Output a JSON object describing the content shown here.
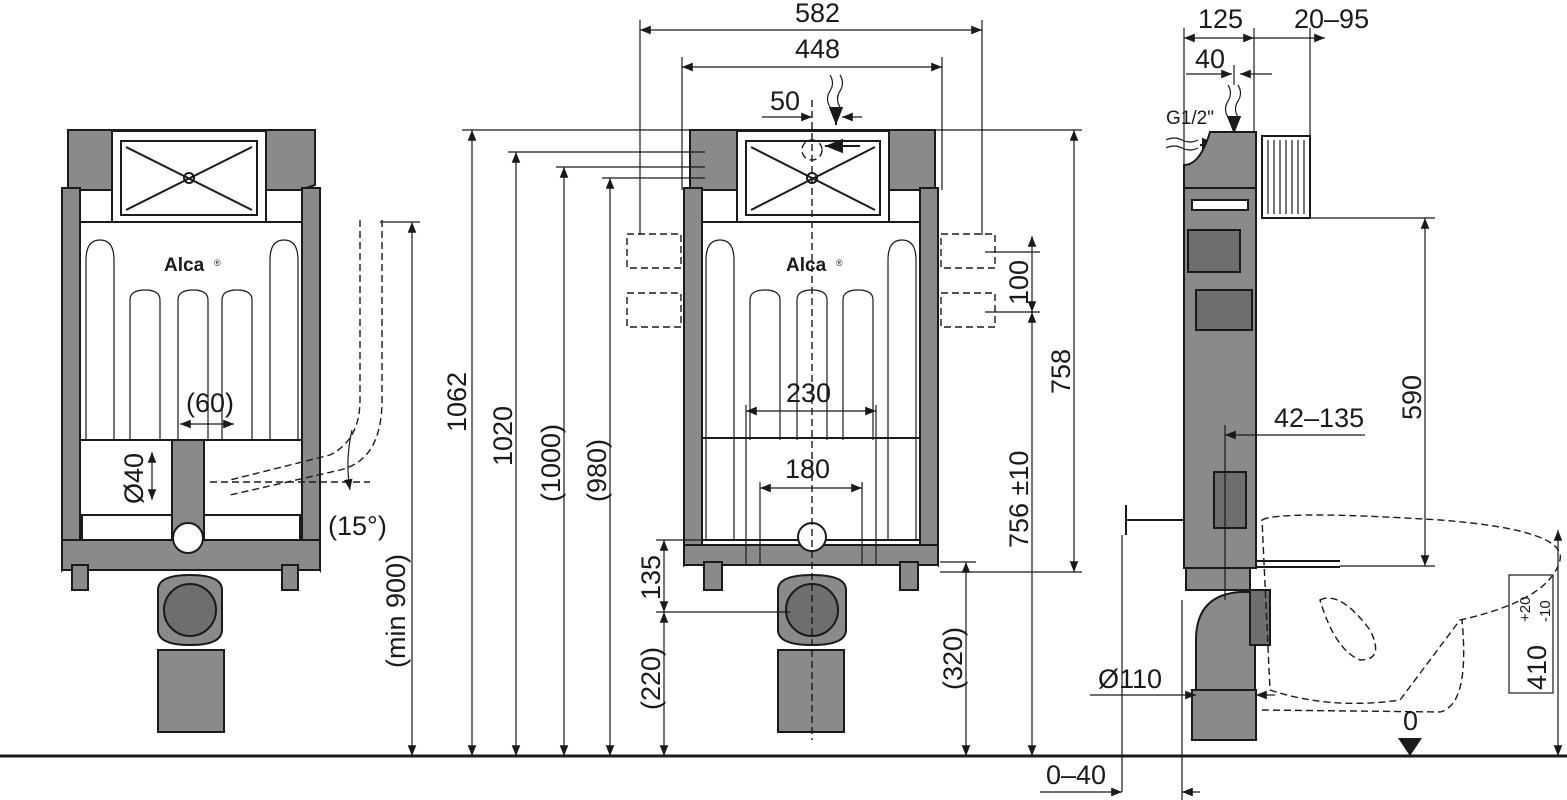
{
  "brand": "Alca",
  "registered": "®",
  "front_view": {
    "top_width": "582",
    "frame_width": "448",
    "flush_offset": "50",
    "side_offset": "100",
    "heights": {
      "total": "1062",
      "h1020": "1020",
      "h1000": "(1000)",
      "h980": "(980)",
      "h758": "758",
      "h756": "756 ±10"
    },
    "widths": {
      "w230": "230",
      "w180": "180"
    },
    "bottom": {
      "h135": "135",
      "h220": "(220)",
      "h320": "(320)"
    }
  },
  "left_view": {
    "pipe_offset": "(60)",
    "pipe_diameter": "Ø40",
    "angle": "(15°)",
    "min_height": "(min 900)"
  },
  "side_view": {
    "depth": "125",
    "cistern_depth": "20–95",
    "inlet_offset": "40",
    "thread": "G1/2\"",
    "connection_height": "590",
    "bolt_range": "42–135",
    "drain_diameter": "Ø110",
    "floor_offset": "0–40",
    "bowl_height": "410",
    "bowl_tol_plus": "+20",
    "bowl_tol_minus": "-10",
    "floor_zero": "0"
  }
}
